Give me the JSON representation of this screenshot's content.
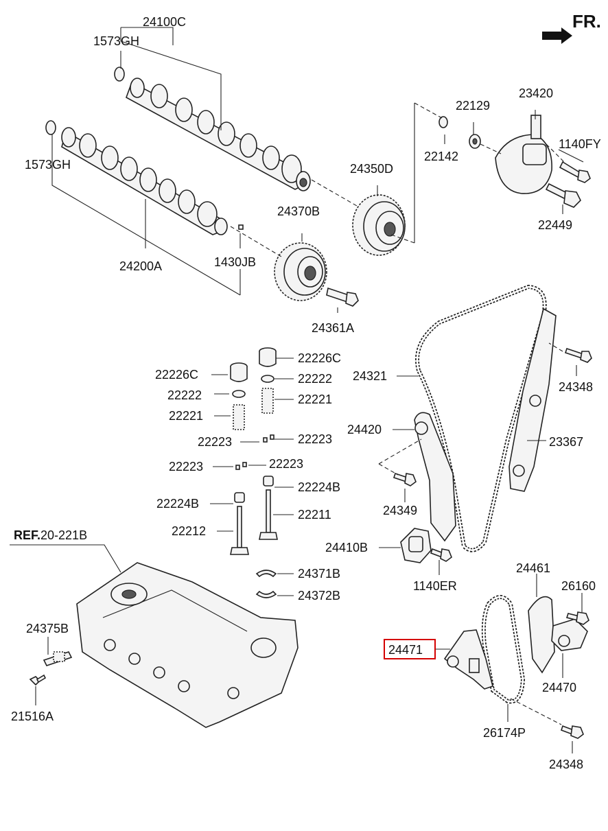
{
  "direction": "FR.",
  "labels": {
    "p24100C": "24100C",
    "p1573GH_a": "1573GH",
    "p1573GH_b": "1573GH",
    "p24200A": "24200A",
    "p1430JB": "1430JB",
    "p24370B": "24370B",
    "p24361A": "24361A",
    "p24350D": "24350D",
    "p22129": "22129",
    "p22142": "22142",
    "p23420": "23420",
    "p1140FY": "1140FY",
    "p22449": "22449",
    "p22226C_a": "22226C",
    "p22226C_b": "22226C",
    "p22222_a": "22222",
    "p22222_b": "22222",
    "p22221_a": "22221",
    "p22221_b": "22221",
    "p22223_a": "22223",
    "p22223_b": "22223",
    "p22223_c": "22223",
    "p22223_d": "22223",
    "p22224B_a": "22224B",
    "p22224B_b": "22224B",
    "p22211": "22211",
    "p22212": "22212",
    "ref_bold": "REF.",
    "ref_num": "20-221B",
    "p24371B": "24371B",
    "p24372B": "24372B",
    "p24375B": "24375B",
    "p21516A": "21516A",
    "p24321": "24321",
    "p24348_a": "24348",
    "p24348_b": "24348",
    "p23367": "23367",
    "p24420": "24420",
    "p24349": "24349",
    "p24410B": "24410B",
    "p1140ER": "1140ER",
    "p24461": "24461",
    "p26160": "26160",
    "p24471": "24471",
    "p24470": "24470",
    "p26174P": "26174P"
  },
  "highlight_color": "#d40000"
}
